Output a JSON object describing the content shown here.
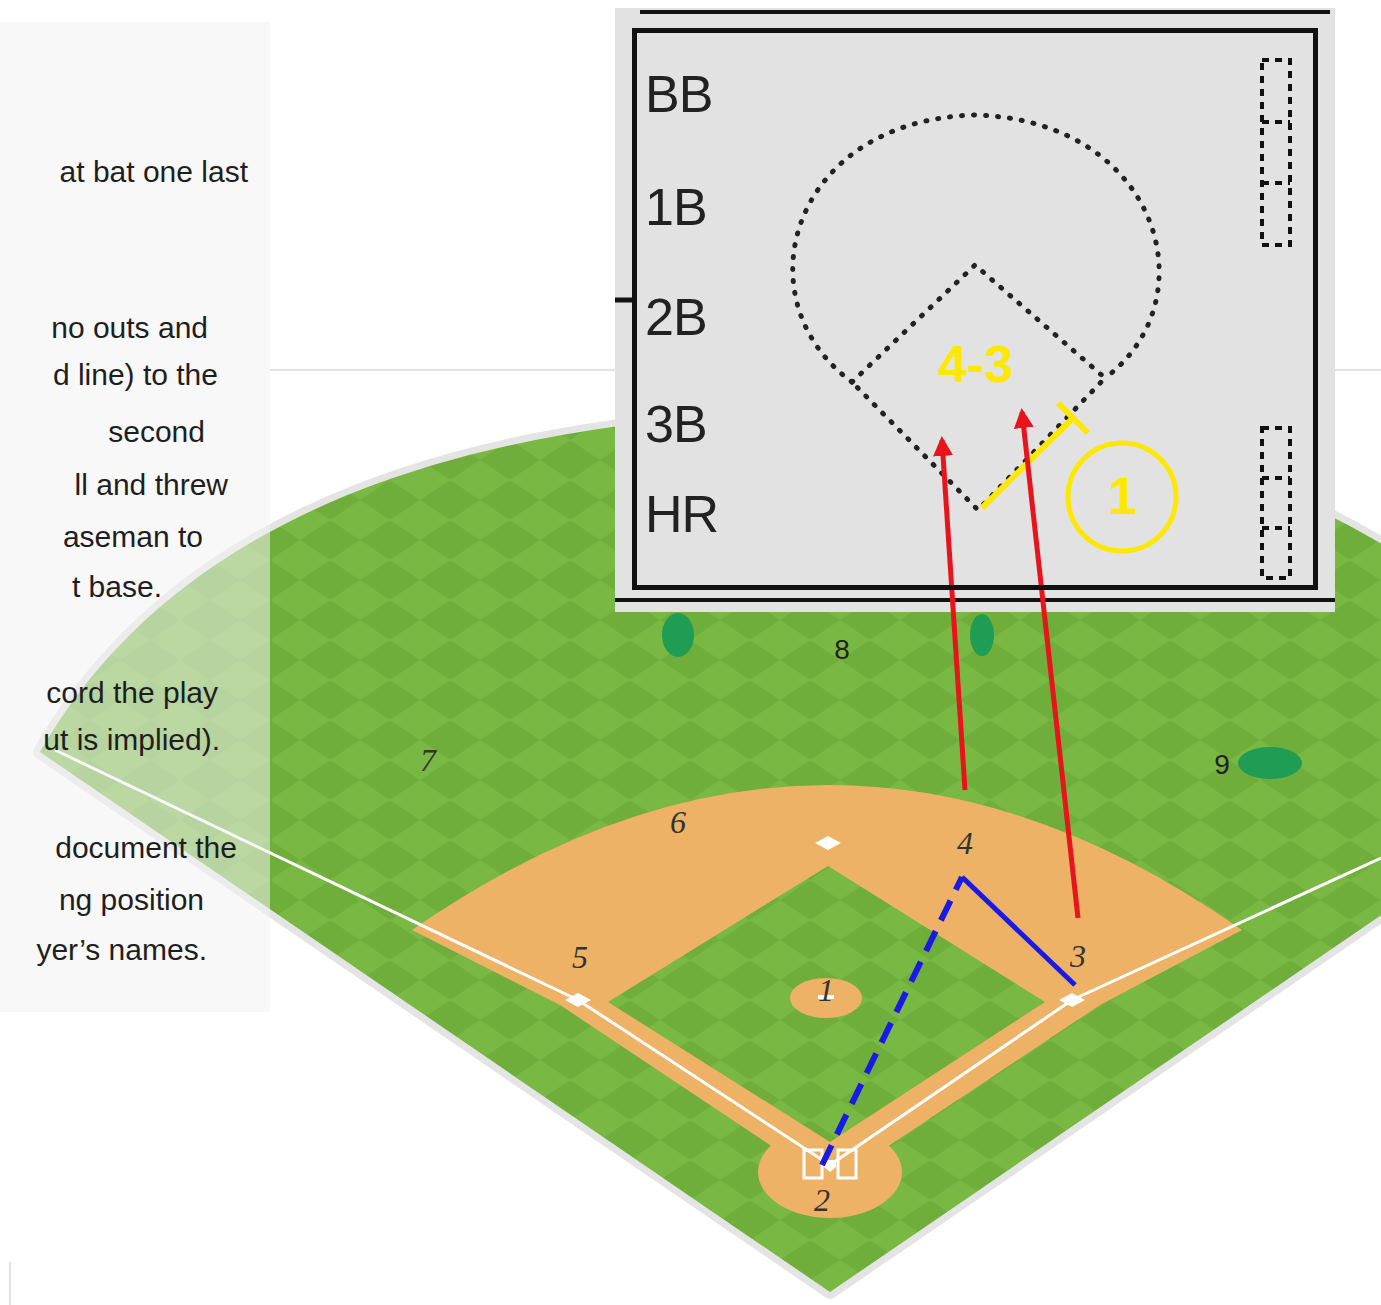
{
  "diagram": {
    "nodes": [
      {
        "text": [
          "BB",
          "1B",
          "2B",
          "3B",
          "HR",
          "4-3"
        ]
      },
      {
        "text": [
          "1"
        ],
        "in": 0
      }
    ],
    "labels": [
      "at bat one last",
      "no outs and",
      "d line) to the",
      "second",
      "ll and threw",
      "aseman to",
      "t base.",
      "cord the play",
      "ut is implied).",
      "document the",
      "ng position",
      "yer’s names.",
      "8",
      "7",
      "9",
      "6",
      "4",
      "5",
      "3",
      "1",
      "2"
    ]
  }
}
